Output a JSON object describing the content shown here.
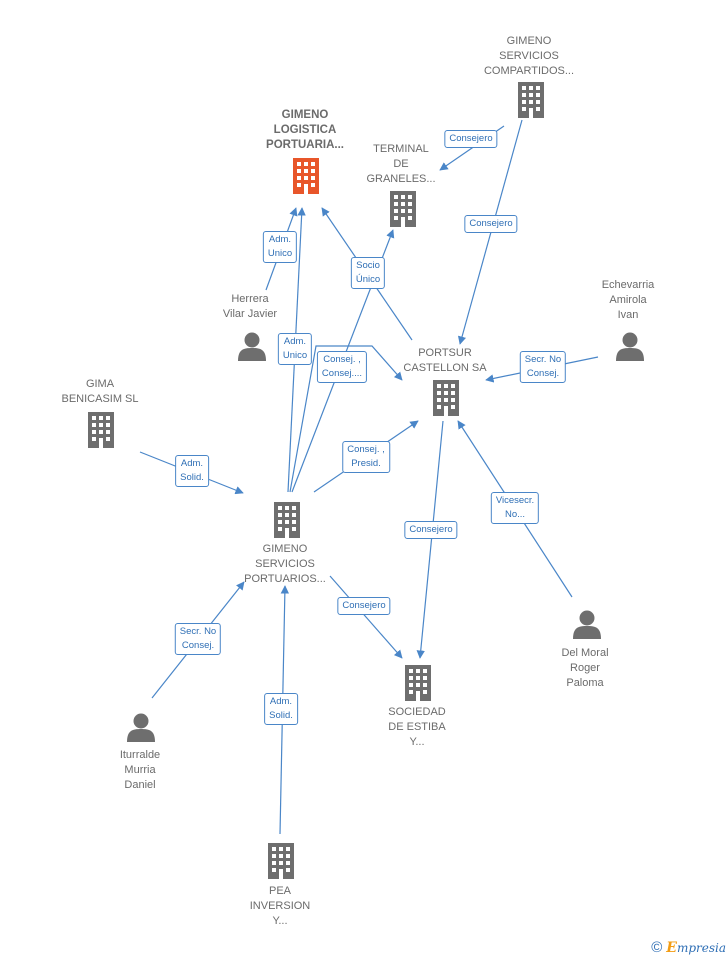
{
  "nodes": [
    {
      "id": "gimeno_logistica",
      "type": "company",
      "main": true,
      "lines": [
        "GIMENO",
        "LOGISTICA",
        "PORTUARIA..."
      ]
    },
    {
      "id": "gimeno_compartidos",
      "type": "company",
      "lines": [
        "GIMENO",
        "SERVICIOS",
        "COMPARTIDOS..."
      ]
    },
    {
      "id": "terminal_graneles",
      "type": "company",
      "lines": [
        "TERMINAL",
        "DE",
        "GRANELES..."
      ]
    },
    {
      "id": "herrera",
      "type": "person",
      "lines": [
        "Herrera",
        "Vilar Javier"
      ]
    },
    {
      "id": "echevarria",
      "type": "person",
      "lines": [
        "Echevarria",
        "Amirola",
        "Ivan"
      ]
    },
    {
      "id": "portsur",
      "type": "company",
      "lines": [
        "PORTSUR",
        "CASTELLON SA"
      ]
    },
    {
      "id": "gima",
      "type": "company",
      "lines": [
        "GIMA",
        "BENICASIM SL"
      ]
    },
    {
      "id": "gimeno_portuarios",
      "type": "company",
      "lines": [
        "GIMENO",
        "SERVICIOS",
        "PORTUARIOS..."
      ]
    },
    {
      "id": "sociedad_estiba",
      "type": "company",
      "lines": [
        "SOCIEDAD",
        "DE ESTIBA",
        "Y..."
      ]
    },
    {
      "id": "del_moral",
      "type": "person",
      "lines": [
        "Del Moral",
        "Roger",
        "Paloma"
      ]
    },
    {
      "id": "iturralde",
      "type": "person",
      "lines": [
        "Iturralde",
        "Murria",
        "Daniel"
      ]
    },
    {
      "id": "pea",
      "type": "company",
      "lines": [
        "PEA",
        "INVERSION",
        "Y..."
      ]
    }
  ],
  "edges": [
    {
      "id": "e_compartidos_terminal",
      "lines": [
        "Consejero"
      ]
    },
    {
      "id": "e_compartidos_portsur",
      "lines": [
        "Consejero"
      ]
    },
    {
      "id": "e_herrera_logistica",
      "lines": [
        "Adm.",
        "Unico"
      ]
    },
    {
      "id": "e_portsur_logistica",
      "lines": [
        "Socio",
        "Único"
      ]
    },
    {
      "id": "e_portuarios_logistica",
      "lines": [
        "Adm.",
        "Unico"
      ]
    },
    {
      "id": "e_portuarios_terminal",
      "lines": [
        "Consej. ,",
        "Consej...."
      ]
    },
    {
      "id": "e_echevarria_portsur",
      "lines": [
        "Secr.  No",
        "Consej."
      ]
    },
    {
      "id": "e_portuarios_portsur",
      "lines": [
        "Consej. ,",
        "Presid."
      ]
    },
    {
      "id": "e_gima_portuarios",
      "lines": [
        "Adm.",
        "Solid."
      ]
    },
    {
      "id": "e_portsur_estiba",
      "lines": [
        "Consejero"
      ]
    },
    {
      "id": "e_delmoral_portsur",
      "lines": [
        "Vicesecr.",
        "No..."
      ]
    },
    {
      "id": "e_portuarios_estiba",
      "lines": [
        "Consejero"
      ]
    },
    {
      "id": "e_iturralde_portuarios",
      "lines": [
        "Secr.  No",
        "Consej."
      ]
    },
    {
      "id": "e_pea_portuarios",
      "lines": [
        "Adm.",
        "Solid."
      ]
    }
  ],
  "colors": {
    "edge": "#4a86c8",
    "company_icon": "#6e6e6e",
    "main_company_icon": "#e8562a",
    "person_icon": "#6e6e6e"
  },
  "footer": {
    "copyright": "©",
    "brand_initial": "E",
    "brand_rest": "mpresia"
  }
}
